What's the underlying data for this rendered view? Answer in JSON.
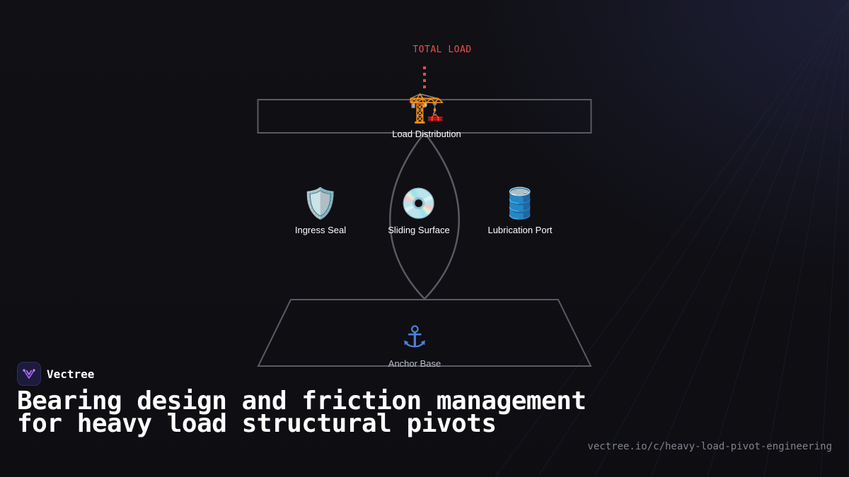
{
  "diagram": {
    "total_load_label": "TOTAL LOAD",
    "nodes": {
      "load_distribution": {
        "icon": "🏗️",
        "icon_name": "construction-crane-icon",
        "label": "Load Distribution"
      },
      "ingress_seal": {
        "icon": "🛡️",
        "icon_name": "shield-icon",
        "label": "Ingress Seal"
      },
      "sliding_surface": {
        "icon": "💿",
        "icon_name": "disc-icon",
        "label": "Sliding Surface"
      },
      "lubrication_port": {
        "icon": "🛢️",
        "icon_name": "oil-drum-icon",
        "label": "Lubrication Port"
      },
      "anchor_base": {
        "icon": "⚓",
        "icon_name": "anchor-icon",
        "label": "Anchor Base"
      }
    }
  },
  "brand": {
    "name": "Vectree",
    "logo_icon": "vectree-logo-icon"
  },
  "headline": "Bearing design and friction management for heavy load structural pivots",
  "url": "vectree.io/c/heavy-load-pivot-engineering",
  "colors": {
    "background": "#101015",
    "accent_red": "#f04a4a",
    "outline": "#5a5b62",
    "logo_purple": "#a35bff"
  }
}
